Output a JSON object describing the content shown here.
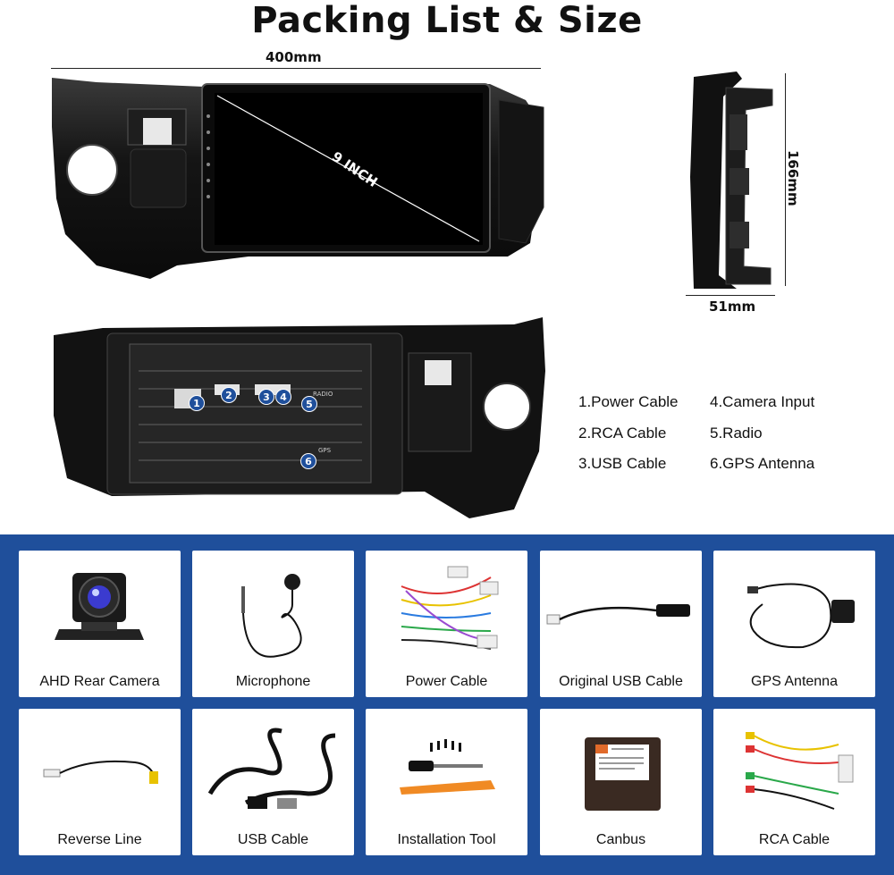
{
  "title": "Packing List & Size",
  "dimensions": {
    "width": "400mm",
    "height": "166mm",
    "depth": "51mm",
    "screen": "9 INCH"
  },
  "ports": {
    "badges": [
      "1",
      "2",
      "3",
      "4",
      "5",
      "6"
    ],
    "port_text": [
      "RADIO",
      "GPS"
    ],
    "legend": [
      {
        "label": "1.Power Cable"
      },
      {
        "label": "2.RCA Cable"
      },
      {
        "label": "3.USB Cable"
      },
      {
        "label": "4.Camera Input"
      },
      {
        "label": "5.Radio"
      },
      {
        "label": "6.GPS Antenna"
      }
    ]
  },
  "items": [
    {
      "label": "AHD Rear Camera",
      "icon": "camera-icon"
    },
    {
      "label": "Microphone",
      "icon": "microphone-icon"
    },
    {
      "label": "Power Cable",
      "icon": "power-cable-icon"
    },
    {
      "label": "Original USB Cable",
      "icon": "usb-cable-icon"
    },
    {
      "label": "GPS Antenna",
      "icon": "gps-antenna-icon"
    },
    {
      "label": "Reverse Line",
      "icon": "reverse-line-icon"
    },
    {
      "label": "USB Cable",
      "icon": "usb-cable-pair-icon"
    },
    {
      "label": "Installation Tool",
      "icon": "tools-icon"
    },
    {
      "label": "Canbus",
      "icon": "canbus-icon"
    },
    {
      "label": "RCA Cable",
      "icon": "rca-cable-icon"
    }
  ],
  "colors": {
    "panel_blue": "#1f4f9b",
    "frame_black": "#141414",
    "tool_orange": "#f08a24"
  }
}
